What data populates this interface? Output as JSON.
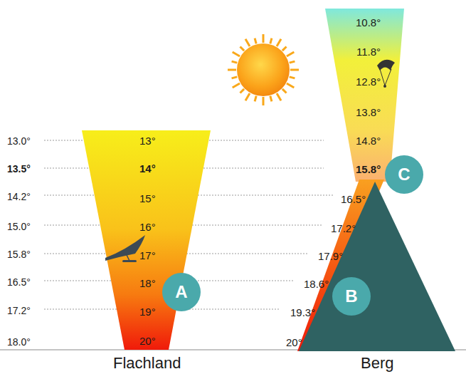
{
  "diagram": {
    "nodes": [
      {
        "text": [
          "A"
        ]
      },
      {
        "text": [
          "B"
        ]
      },
      {
        "text": [
          "C"
        ]
      }
    ],
    "labels": [
      "13.0°",
      "13.5°",
      "14.2°",
      "15.0°",
      "15.8°",
      "16.5°",
      "17.2°",
      "18.0°",
      "13°",
      "14°",
      "15°",
      "16°",
      "17°",
      "18°",
      "19°",
      "20°",
      "10.8°",
      "11.8°",
      "12.8°",
      "13.8°",
      "14.8°",
      "15.8°",
      "16.5°",
      "17.2°",
      "17.9°",
      "18.6°",
      "19.3°",
      "20°",
      "Flachland",
      "Berg"
    ]
  }
}
